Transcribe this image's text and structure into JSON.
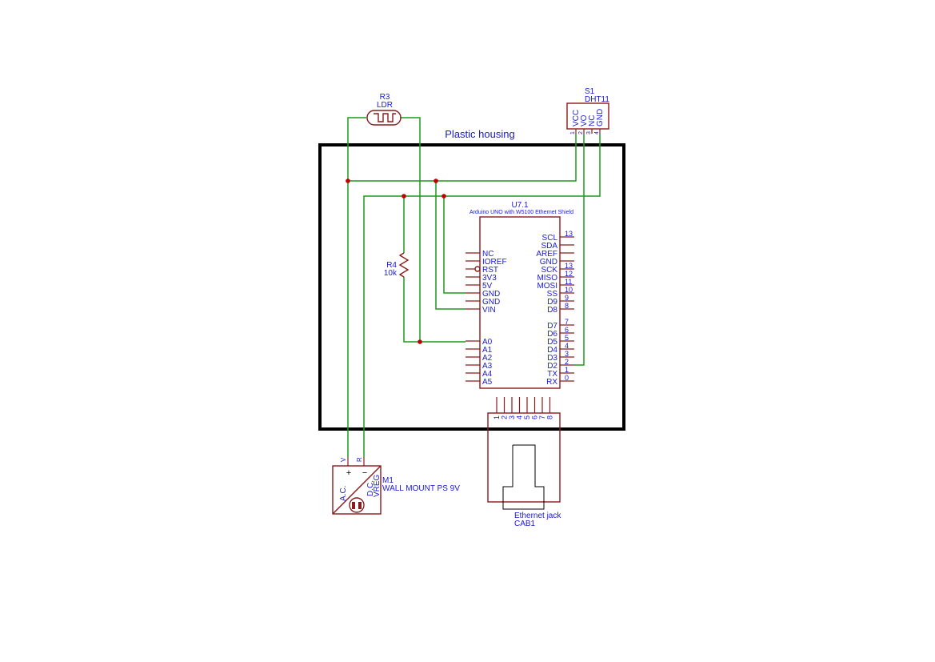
{
  "housing": {
    "label": "Plastic housing"
  },
  "r3": {
    "ref": "R3",
    "value": "LDR"
  },
  "s1": {
    "ref": "S1",
    "value": "DHT11",
    "pins": [
      "VCC",
      "VO",
      "NC",
      "GND"
    ],
    "pin_numbers": [
      "1",
      "2",
      "3",
      "4"
    ]
  },
  "r4": {
    "ref": "R4",
    "value": "10k"
  },
  "u7": {
    "ref": "U7.1",
    "value": "Arduino UNO with W5100 Ethernet Shield",
    "left_pins": [
      "NC",
      "IOREF",
      "RST",
      "3V3",
      "5V",
      "GND",
      "GND",
      "VIN",
      "A0",
      "A1",
      "A2",
      "A3",
      "A4",
      "A5"
    ],
    "right_top_pins": [
      {
        "name": "SCL",
        "num": "13"
      },
      {
        "name": "SDA",
        "num": ""
      },
      {
        "name": "AREF",
        "num": ""
      },
      {
        "name": "GND",
        "num": ""
      },
      {
        "name": "SCK",
        "num": "13"
      },
      {
        "name": "MISO",
        "num": "12"
      },
      {
        "name": "MOSI",
        "num": "11"
      },
      {
        "name": "SS",
        "num": "10"
      },
      {
        "name": "D9",
        "num": "9"
      },
      {
        "name": "D8",
        "num": "8"
      }
    ],
    "right_bottom_pins": [
      {
        "name": "D7",
        "num": "7"
      },
      {
        "name": "D6",
        "num": "6"
      },
      {
        "name": "D5",
        "num": "5"
      },
      {
        "name": "D4",
        "num": "4"
      },
      {
        "name": "D3",
        "num": "3"
      },
      {
        "name": "D2",
        "num": "2"
      },
      {
        "name": "TX",
        "num": "1"
      },
      {
        "name": "RX",
        "num": "0"
      }
    ]
  },
  "m1": {
    "ref": "M1",
    "value": "WALL MOUNT PS 9V",
    "ac": "A.C.",
    "dc": "D.C.",
    "vreg": "VREG",
    "pin_v": "V",
    "pin_r": "R",
    "plus": "+",
    "minus": "−"
  },
  "cab1": {
    "ref": "CAB1",
    "value": "Ethernet jack",
    "pins": [
      "1",
      "2",
      "3",
      "4",
      "5",
      "6",
      "7",
      "8"
    ]
  }
}
